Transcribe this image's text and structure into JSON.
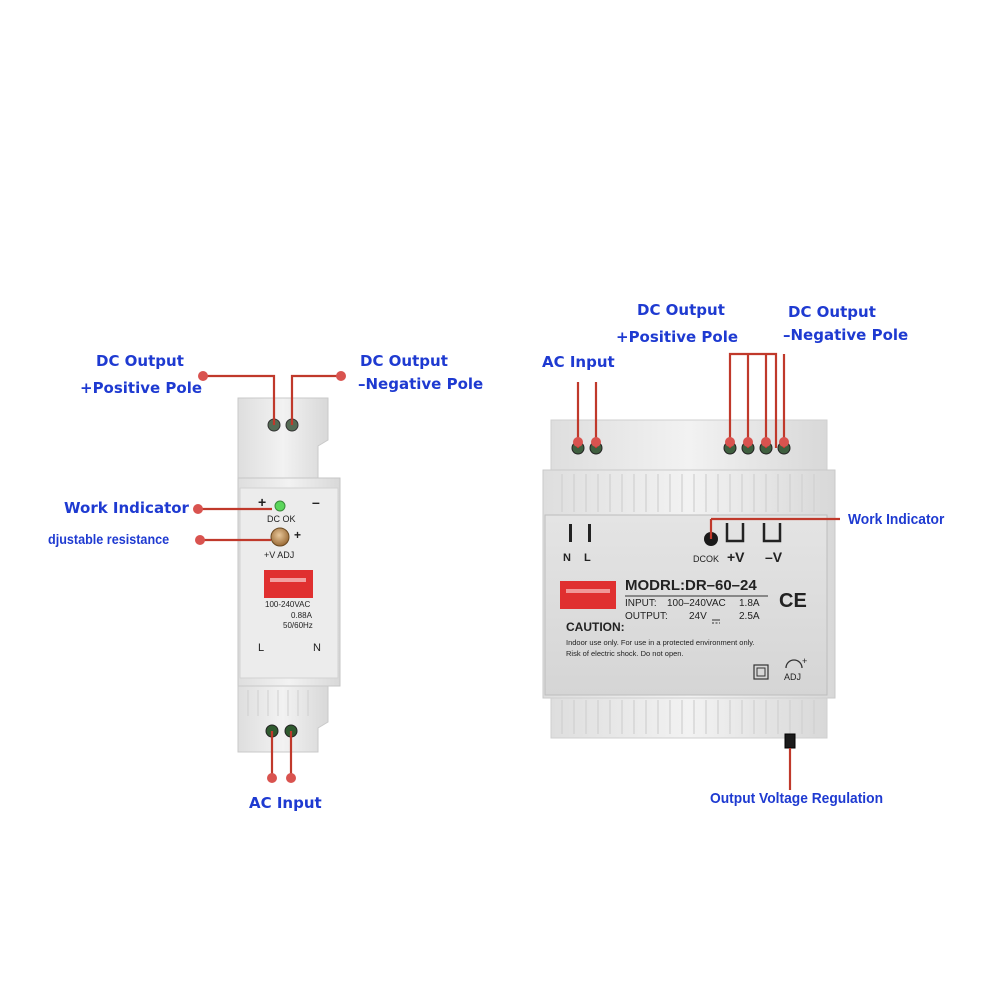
{
  "small_module": {
    "labels": {
      "dc_pos_line1": "DC Output",
      "dc_pos_line2": "+Positive Pole",
      "dc_neg_line1": "DC Output",
      "dc_neg_line2": "–Negative Pole",
      "work_indicator": "Work Indicator",
      "adjustable": "djustable resistance",
      "ac_input": "AC Input"
    },
    "panel": {
      "plus": "+",
      "minus": "–",
      "dc_ok": "DC OK",
      "adj_plus": "+",
      "v_adj": "+V ADJ",
      "spec_line1": "100-240VAC",
      "spec_line2": "0.88A",
      "spec_line3": "50/60Hz",
      "terminal_l": "L",
      "terminal_n": "N"
    }
  },
  "large_module": {
    "labels": {
      "ac_input": "AC Input",
      "dc_pos_line1": "DC Output",
      "dc_pos_line2": "+Positive Pole",
      "dc_neg_line1": "DC Output",
      "dc_neg_line2": "–Negative Pole",
      "work_indicator": "Work Indicator",
      "output_regulation": "Output Voltage Regulation"
    },
    "panel": {
      "terminal_n": "N",
      "terminal_l": "L",
      "dcok": "DCOK",
      "plus_v": "+V",
      "minus_v": "–V",
      "model": "MODRL:DR–60–24",
      "input_label": "INPUT:",
      "input_value": "100–240VAC",
      "input_current": "1.8A",
      "output_label": "OUTPUT:",
      "output_voltage": "24V",
      "output_current": "2.5A",
      "ce_mark": "CE",
      "caution_title": "CAUTION:",
      "caution_line1": "Indoor use only. For use in a protected environment only.",
      "caution_line2": "Risk of electric shock. Do not open.",
      "adj": "ADJ",
      "adj_plus": "+"
    }
  },
  "colors": {
    "label_blue": "#1e3ad1",
    "lead_red": "#c0392b",
    "dot_red": "#d9534f",
    "module_body": "#e9e9e9",
    "label_plate": "#dcdcdc",
    "badge_red": "#e03030",
    "led_green": "#5bd65b"
  }
}
